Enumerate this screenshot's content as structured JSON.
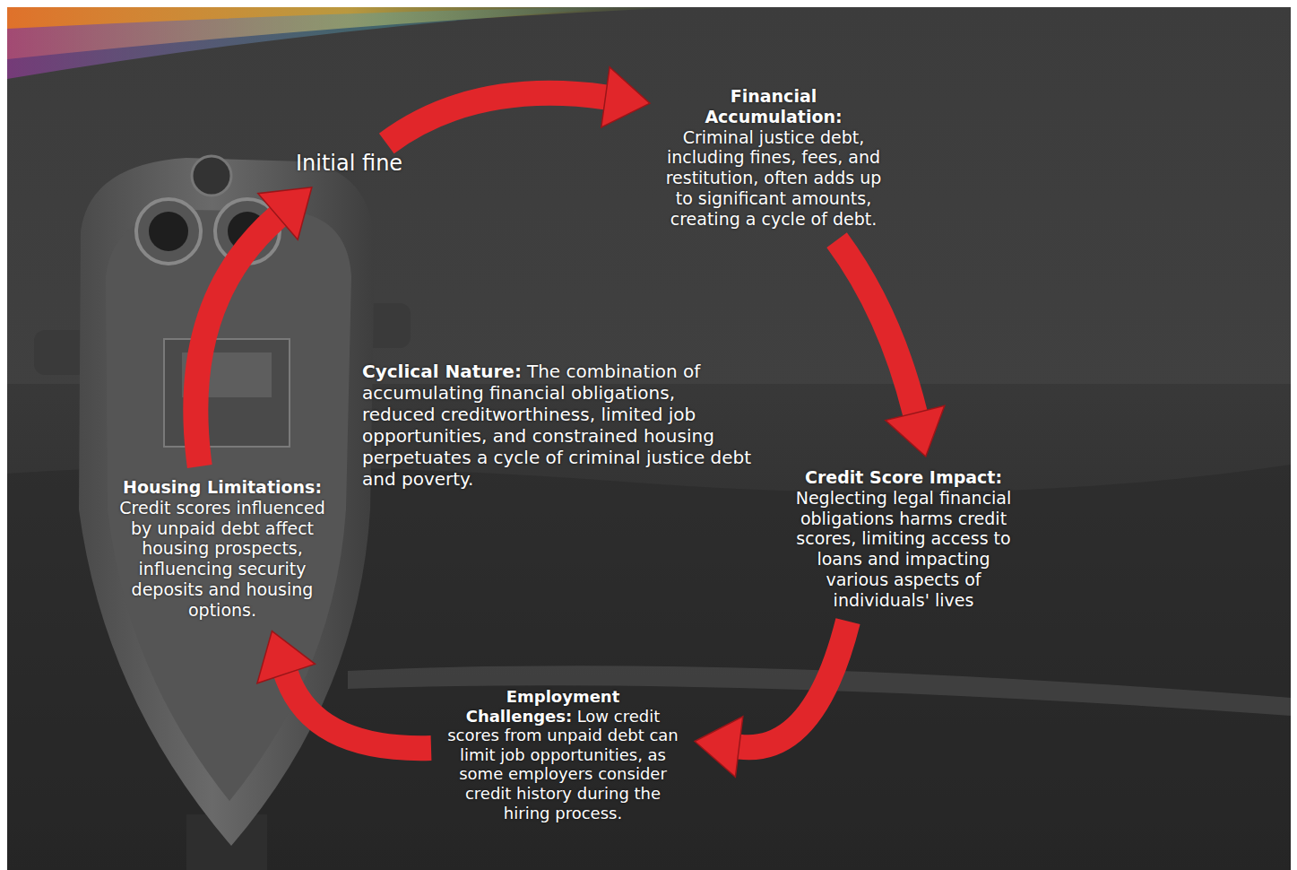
{
  "diagram": {
    "nodes": [
      {
        "text": [
          "Initial fine"
        ]
      },
      {
        "text": [
          "Financial Accumulation:",
          "Criminal justice debt, including fines, fees, and restitution, often adds up to significant amounts, creating a cycle of debt."
        ]
      },
      {
        "text": [
          "Credit Score Impact:",
          "Neglecting legal financial obligations harms credit scores, limiting access to loans and impacting various aspects of individuals' lives"
        ]
      },
      {
        "text": [
          "Employment Challenges:",
          "Low credit scores from unpaid debt can limit job opportunities, as some employers consider credit history during the hiring process."
        ]
      },
      {
        "text": [
          "Housing Limitations:",
          "Credit scores influenced by unpaid debt affect housing prospects, influencing security deposits and housing options."
        ]
      },
      {
        "text": [
          "Cyclical Nature:",
          "The combination of accumulating financial obligations, reduced creditworthiness, limited job opportunities, and constrained housing perpetuates a cycle of criminal justice debt and poverty."
        ]
      }
    ],
    "edges": [
      {
        "from": 0,
        "to": 1,
        "arrow": "to"
      },
      {
        "from": 1,
        "to": 2,
        "arrow": "to"
      },
      {
        "from": 2,
        "to": 3,
        "arrow": "to"
      },
      {
        "from": 3,
        "to": 4,
        "arrow": "to"
      },
      {
        "from": 4,
        "to": 0,
        "arrow": "to"
      }
    ]
  }
}
